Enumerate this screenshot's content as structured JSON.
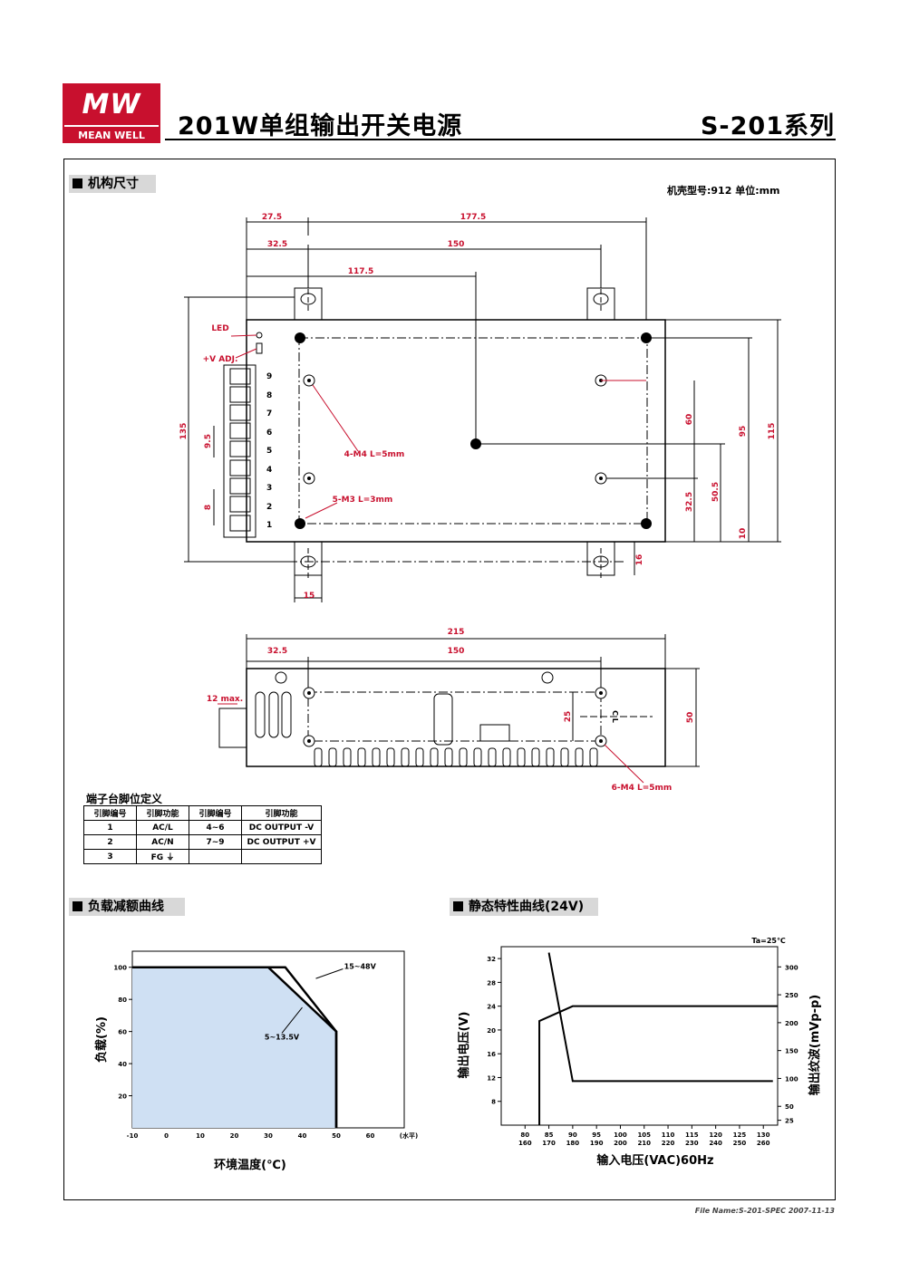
{
  "header": {
    "logo_mark": "MW",
    "logo_brand": "MEAN WELL",
    "doc_title": "201W单组输出开关电源",
    "series_title": "S-201系列"
  },
  "sections": {
    "mechanical": "机构尺寸",
    "unit_note": "机壳型号:912   单位:mm",
    "pin_title": "端子台脚位定义",
    "derating": "负载减额曲线",
    "static": "静态特性曲线(24V)"
  },
  "drawing": {
    "top_dims": [
      "27.5",
      "177.5",
      "32.5",
      "150",
      "117.5"
    ],
    "left_dims": [
      "135",
      "9.5",
      "8"
    ],
    "right_dims": [
      "60",
      "95",
      "115",
      "32.5",
      "50.5",
      "10",
      "16"
    ],
    "bottom_dim": "15",
    "labels": {
      "led": "LED",
      "vadj": "+V ADJ.",
      "m4_top": "4-M4 L=5mm",
      "m3": "5-M3 L=3mm",
      "m4_side": "6-M4 L=5mm",
      "side_max": "12 max."
    },
    "pin_numbers": [
      "9",
      "8",
      "7",
      "6",
      "5",
      "4",
      "3",
      "2",
      "1"
    ],
    "side_dims": [
      "215",
      "32.5",
      "150",
      "25",
      "50"
    ],
    "side_c_l": "C L"
  },
  "pin_table": {
    "headers": [
      "引脚编号",
      "引脚功能",
      "引脚编号",
      "引脚功能"
    ],
    "rows": [
      [
        "1",
        "AC/L",
        "4~6",
        "DC OUTPUT -V"
      ],
      [
        "2",
        "AC/N",
        "7~9",
        "DC OUTPUT +V"
      ],
      [
        "3",
        "FG ⏚",
        "",
        ""
      ]
    ]
  },
  "chart_data": [
    {
      "type": "area",
      "x_ticks": [
        "-10",
        "0",
        "10",
        "20",
        "30",
        "40",
        "50",
        "60"
      ],
      "x_unit": "(水平)",
      "y_ticks": [
        "20",
        "40",
        "60",
        "80",
        "100"
      ],
      "xlabel": "环境温度(℃)",
      "ylabel": "负载(%)",
      "xlim": [
        -10,
        70
      ],
      "ylim": [
        0,
        110
      ],
      "series": [
        {
          "name": "15~48V",
          "x": [
            -10,
            35,
            50,
            50
          ],
          "y": [
            100,
            100,
            60,
            0
          ]
        },
        {
          "name": "5~13.5V",
          "x": [
            -10,
            30,
            50,
            50
          ],
          "y": [
            100,
            100,
            60,
            0
          ]
        }
      ]
    },
    {
      "type": "line",
      "corner_note": "Ta=25℃",
      "x_ticks_top": [
        "80",
        "85",
        "90",
        "95",
        "100",
        "105",
        "110",
        "115",
        "120",
        "125",
        "130"
      ],
      "x_ticks_bottom": [
        "160",
        "170",
        "180",
        "190",
        "200",
        "210",
        "220",
        "230",
        "240",
        "250",
        "260"
      ],
      "y_left_ticks": [
        "8",
        "12",
        "16",
        "20",
        "24",
        "28",
        "32"
      ],
      "y_right_ticks": [
        "25",
        "50",
        "100",
        "150",
        "200",
        "250",
        "300"
      ],
      "xlabel": "输入电压(VAC)60Hz",
      "ylabel_left": "输出电压(V)",
      "ylabel_right": "输出纹波(mVp-p)",
      "xlim": [
        75,
        133
      ],
      "ylim": [
        4,
        34
      ],
      "series": [
        {
          "axis": "left",
          "x": [
            83,
            83,
            90,
            133
          ],
          "y": [
            4,
            21.5,
            24,
            24
          ]
        },
        {
          "axis": "left",
          "x": [
            85,
            90,
            132
          ],
          "y": [
            33,
            11.4,
            11.4
          ]
        }
      ]
    }
  ],
  "footer": {
    "file_name": "File Name:S-201-SPEC   2007-11-13"
  }
}
